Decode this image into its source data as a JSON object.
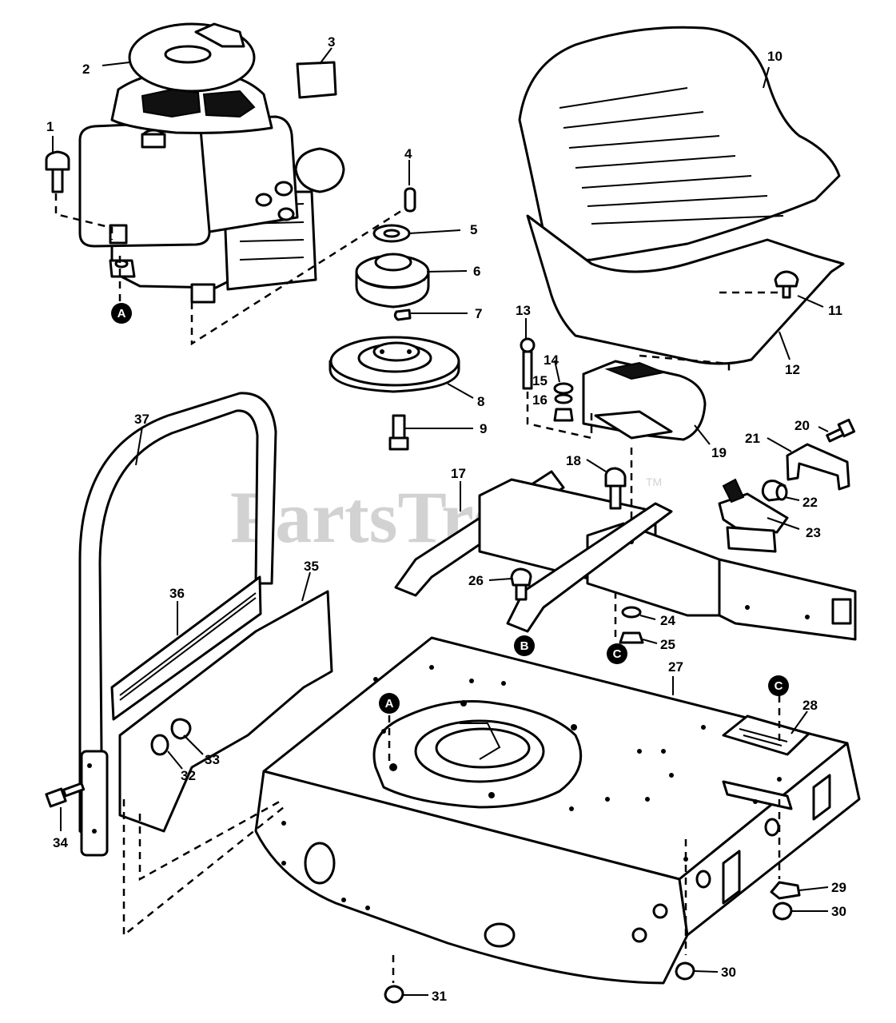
{
  "watermark": {
    "text": "PartsTree",
    "trademark": "TM"
  },
  "callouts": [
    "1",
    "2",
    "3",
    "4",
    "5",
    "6",
    "7",
    "8",
    "9",
    "10",
    "11",
    "12",
    "13",
    "14",
    "15",
    "16",
    "17",
    "18",
    "19",
    "20",
    "21",
    "22",
    "23",
    "24",
    "25",
    "26",
    "27",
    "28",
    "29",
    "30",
    "30",
    "31",
    "32",
    "33",
    "34",
    "35",
    "36",
    "37"
  ],
  "reference_markers": [
    "A",
    "A",
    "B",
    "C",
    "C"
  ]
}
